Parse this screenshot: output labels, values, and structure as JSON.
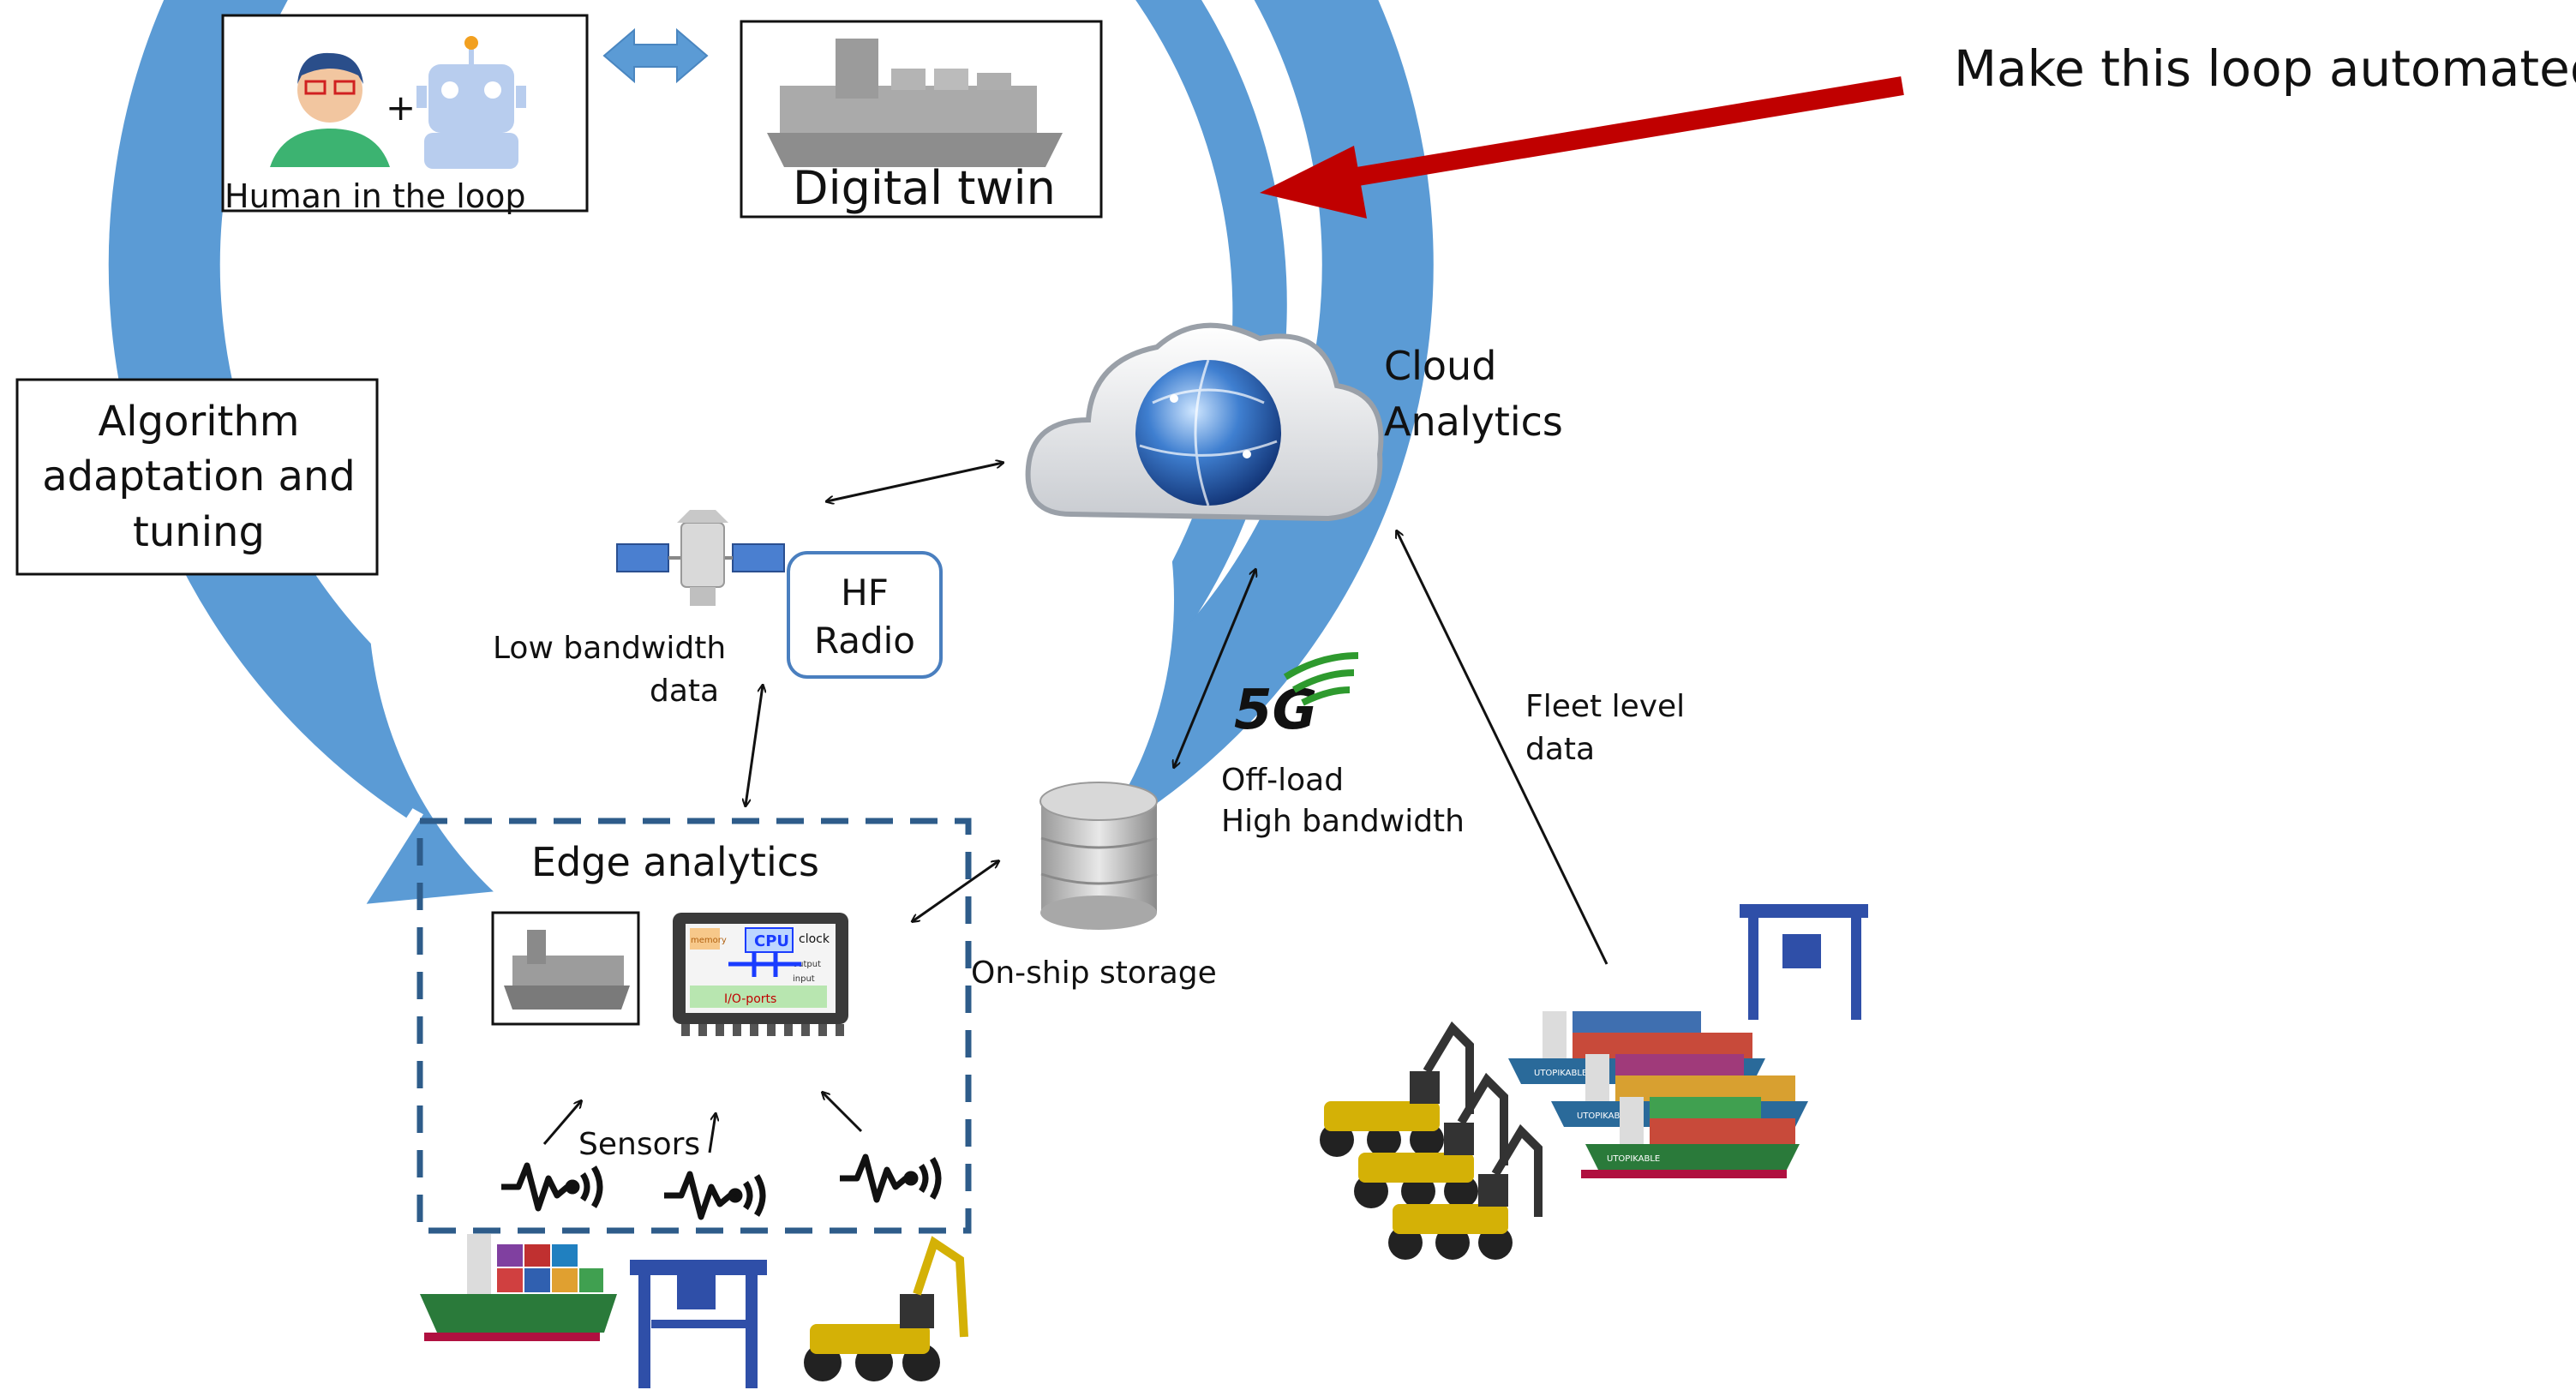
{
  "labels": {
    "human_in_loop": "Human in the loop",
    "digital_twin": "Digital twin",
    "make_loop": "Make this loop automated!",
    "algorithm_line1": "Algorithm",
    "algorithm_line2": "adaptation and",
    "algorithm_line3": "tuning",
    "cloud_line1": "Cloud",
    "cloud_line2": "Analytics",
    "low_bw_line1": "Low bandwidth",
    "low_bw_line2": "data",
    "hf_line1": "HF",
    "hf_line2": "Radio",
    "fiveg": "5G",
    "offload_line1": "Off-load",
    "offload_line2": "High bandwidth",
    "fleet_line1": "Fleet level",
    "fleet_line2": "data",
    "edge": "Edge analytics",
    "storage": "On-ship storage",
    "sensors": "Sensors",
    "plus": "+"
  },
  "chip": {
    "cpu": "CPU",
    "clock": "clock",
    "io": "I/O-ports",
    "memory": "memory",
    "output": "output",
    "input": "input"
  },
  "container_text": "UTOPIKABLE",
  "colors": {
    "loop_arrow": "#5b9bd5",
    "loop_arrow_edge": "#4a86c0",
    "red_arrow": "#c00000",
    "edge_box": "#2e5c8a",
    "hf_box": "#4a7fbf",
    "crane": "#2f4fa8",
    "harvester": "#d4b106"
  }
}
